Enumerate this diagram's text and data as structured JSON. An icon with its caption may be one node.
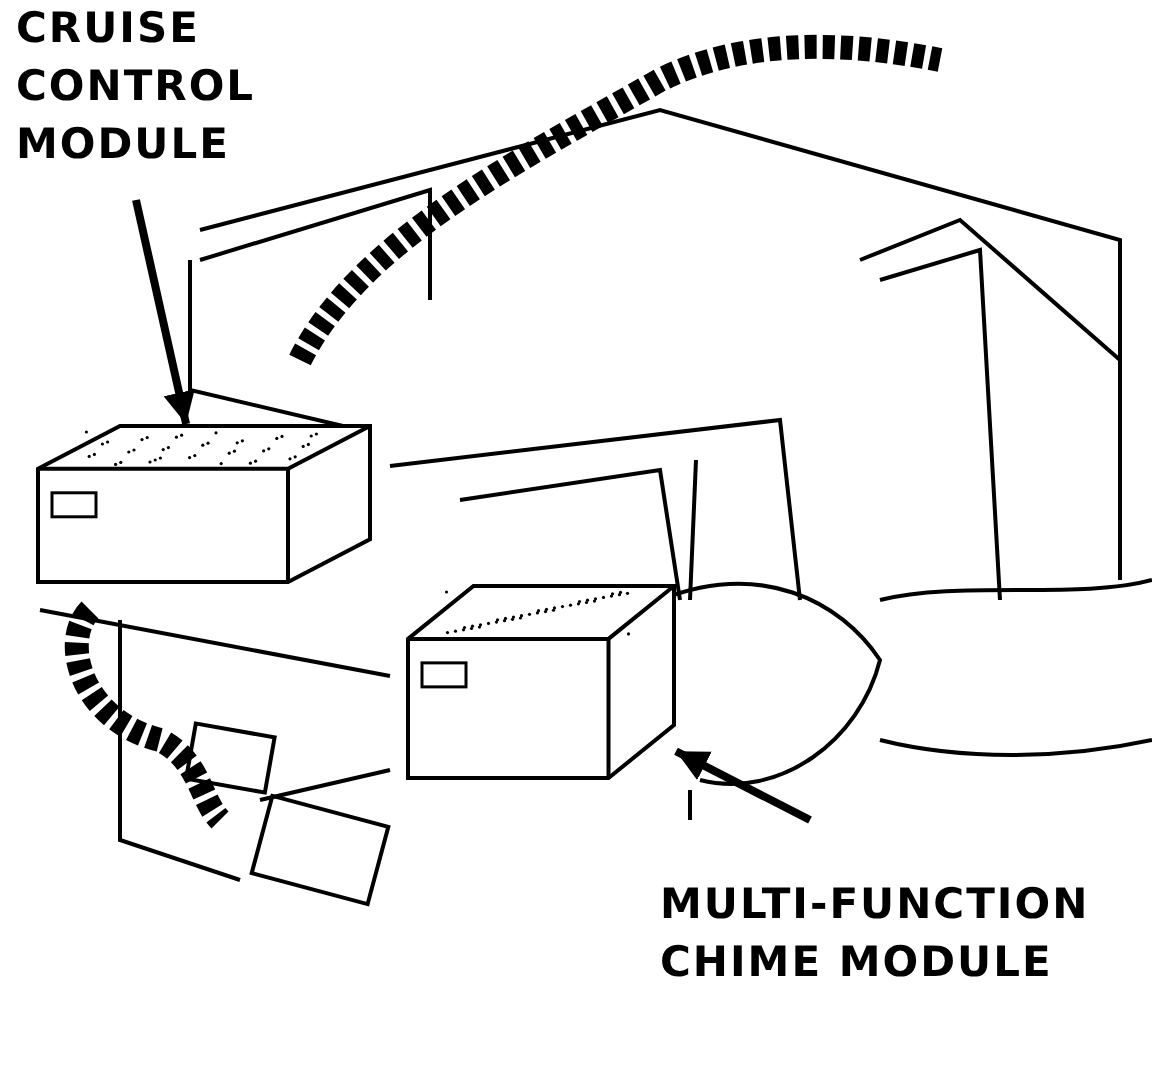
{
  "diagram": {
    "nodes": [
      {
        "text": [
          "CRUISE CONTROL MODULE"
        ]
      },
      {
        "text": [],
        "shape": "picture"
      },
      {
        "text": [
          "MULTI-FUNCTION CHIME MODULE"
        ]
      },
      {
        "text": [],
        "shape": "picture"
      }
    ],
    "edges": [
      {
        "from": 0,
        "to": 1,
        "arrow": "to"
      },
      {
        "from": 2,
        "to": 3,
        "arrow": "to"
      }
    ]
  }
}
